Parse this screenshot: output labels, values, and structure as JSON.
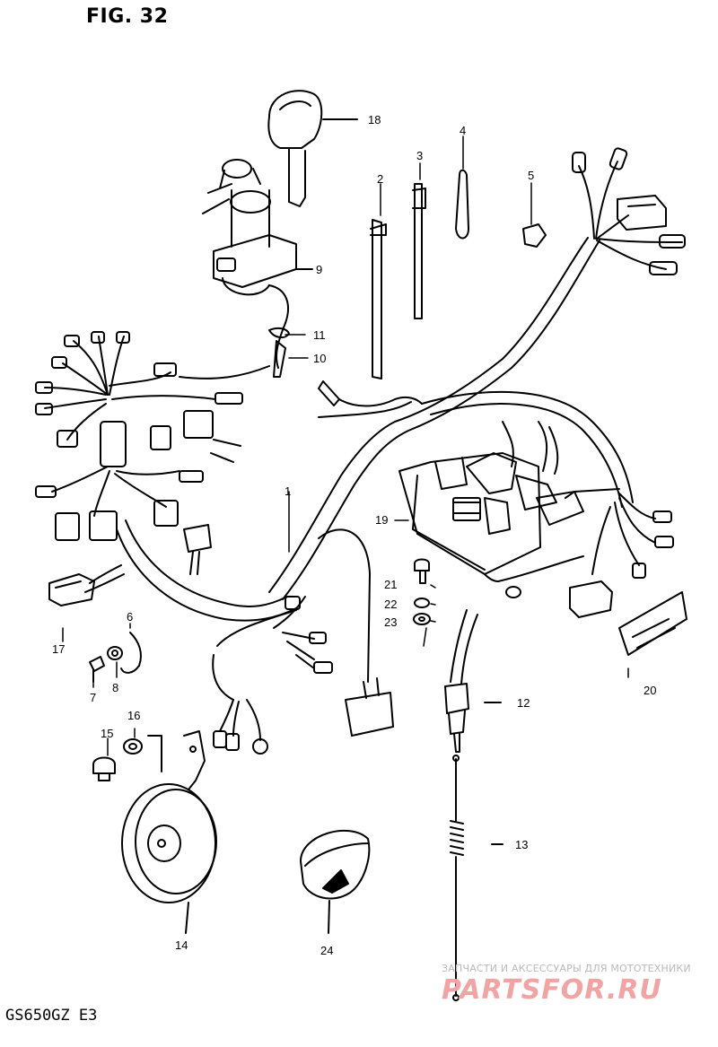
{
  "figure_title": "FIG. 32",
  "model_code": "GS650GZ  E3",
  "watermark": {
    "tagline": "ЗАПЧАСТИ И АКСЕССУАРЫ ДЛЯ МОТОТЕХНИКИ",
    "logo": "PARTSFOR.RU"
  },
  "callouts": {
    "p1": "1",
    "p2": "2",
    "p3": "3",
    "p4": "4",
    "p5": "5",
    "p6": "6",
    "p7": "7",
    "p8": "8",
    "p9": "9",
    "p10": "10",
    "p11": "11",
    "p12": "12",
    "p13": "13",
    "p14": "14",
    "p15": "15",
    "p16": "16",
    "p17": "17",
    "p18": "18",
    "p19": "19",
    "p20": "20",
    "p21": "21",
    "p22": "22",
    "p23": "23",
    "p24": "24"
  },
  "colors": {
    "ink": "#000000",
    "watermark_gray": "#b9b9b9",
    "watermark_red": "#f1a4a4"
  }
}
